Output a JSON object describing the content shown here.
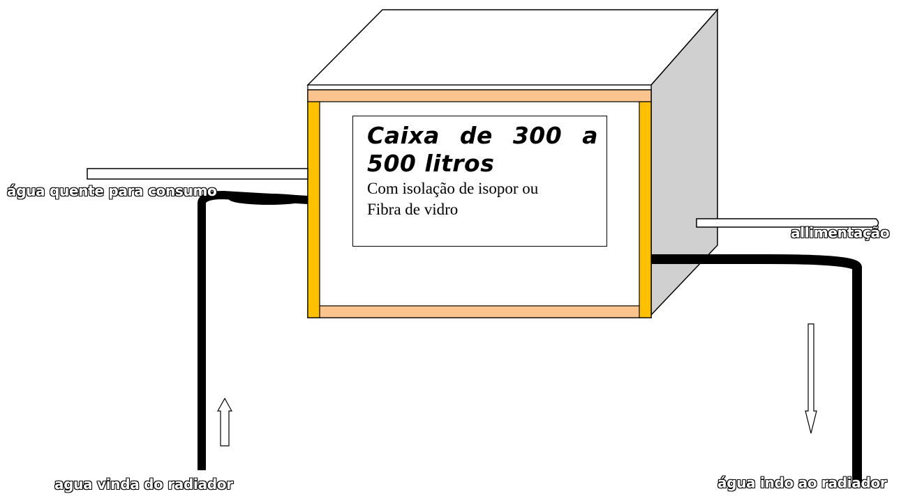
{
  "box": {
    "title_words": [
      "Caixa",
      "de",
      "300",
      "a"
    ],
    "title_line2": "500 litros",
    "subtitle_line1": "Com isolação de isopor ou",
    "subtitle_line2": "Fibra de vidro"
  },
  "labels": {
    "hot_water_out": "água quente para consumo",
    "supply": "allimentação",
    "from_radiator": "agua vinda do radiador",
    "to_radiator": "água indo ao radiador"
  },
  "colors": {
    "frame_side": "#ffc000",
    "frame_top": "#fbc48e",
    "box_side": "#d0d0d0",
    "pipe": "#000000",
    "background": "#ffffff"
  }
}
